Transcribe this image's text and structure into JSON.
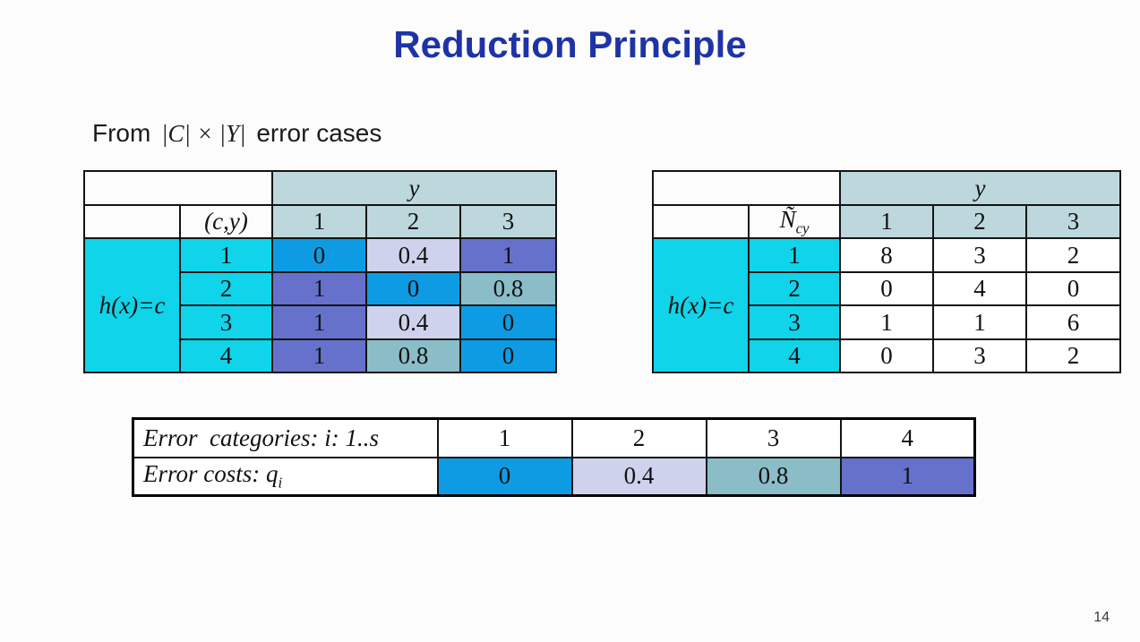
{
  "colors": {
    "title": "#1e33a6",
    "background": "#fcfcfc",
    "table_header_bg": "#bdd8dc",
    "cyan_bg": "#0fd4ea",
    "border": "#141414"
  },
  "cost_colors": {
    "0": "#0d9ce4",
    "0.4": "#ced2ec",
    "0.8": "#8abdc8",
    "1": "#6571ca"
  },
  "title": "Reduction Principle",
  "subtitle": {
    "part1": "From",
    "math": "|C| × |Y|",
    "part2": "error cases"
  },
  "left_table": {
    "group_label": "y",
    "corner_label": "(c,y)",
    "side_label": "h(x)=c",
    "columns": [
      "1",
      "2",
      "3"
    ],
    "rows": [
      {
        "header": "1",
        "cells": [
          "0",
          "0.4",
          "1"
        ]
      },
      {
        "header": "2",
        "cells": [
          "1",
          "0",
          "0.8"
        ]
      },
      {
        "header": "3",
        "cells": [
          "1",
          "0.4",
          "0"
        ]
      },
      {
        "header": "4",
        "cells": [
          "1",
          "0.8",
          "0"
        ]
      }
    ]
  },
  "right_table": {
    "group_label": "y",
    "corner_base": "Ñ",
    "corner_sub": "cy",
    "side_label": "h(x)=c",
    "columns": [
      "1",
      "2",
      "3"
    ],
    "rows": [
      {
        "header": "1",
        "cells": [
          "8",
          "3",
          "2"
        ]
      },
      {
        "header": "2",
        "cells": [
          "0",
          "4",
          "0"
        ]
      },
      {
        "header": "3",
        "cells": [
          "1",
          "1",
          "6"
        ]
      },
      {
        "header": "4",
        "cells": [
          "0",
          "3",
          "2"
        ]
      }
    ]
  },
  "costs_table": {
    "categories_label": "Error  categories: i: 1..s",
    "costs_label_base": "Error costs: q",
    "costs_label_sub": "i",
    "categories": [
      "1",
      "2",
      "3",
      "4"
    ],
    "costs": [
      "0",
      "0.4",
      "0.8",
      "1"
    ]
  },
  "page_number": "14"
}
